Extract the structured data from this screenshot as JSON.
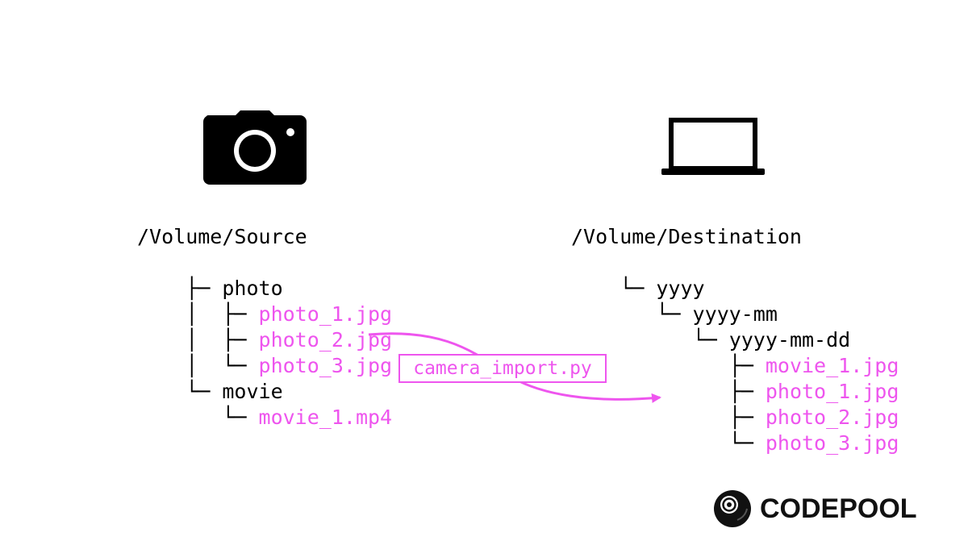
{
  "colors": {
    "file": "#ee55ee",
    "folder": "#000000",
    "arrow": "#ee55ee",
    "brand": "#111111"
  },
  "source": {
    "icon": "camera-icon",
    "root": "/Volume/Source",
    "lines": [
      {
        "connector": "├─ ",
        "name": "photo",
        "kind": "folder"
      },
      {
        "connector": "│  ├─ ",
        "name": "photo_1.jpg",
        "kind": "file"
      },
      {
        "connector": "│  ├─ ",
        "name": "photo_2.jpg",
        "kind": "file"
      },
      {
        "connector": "│  └─ ",
        "name": "photo_3.jpg",
        "kind": "file"
      },
      {
        "connector": "└─ ",
        "name": "movie",
        "kind": "folder"
      },
      {
        "connector": "   └─ ",
        "name": "movie_1.mp4",
        "kind": "file"
      }
    ]
  },
  "destination": {
    "icon": "laptop-icon",
    "root": "/Volume/Destination",
    "lines": [
      {
        "connector": "└─ ",
        "name": "yyyy",
        "kind": "folder"
      },
      {
        "connector": "   └─ ",
        "name": "yyyy-mm",
        "kind": "folder"
      },
      {
        "connector": "      └─ ",
        "name": "yyyy-mm-dd",
        "kind": "folder"
      },
      {
        "connector": "         ├─ ",
        "name": "movie_1.jpg",
        "kind": "file"
      },
      {
        "connector": "         ├─ ",
        "name": "photo_1.jpg",
        "kind": "file"
      },
      {
        "connector": "         ├─ ",
        "name": "photo_2.jpg",
        "kind": "file"
      },
      {
        "connector": "         └─ ",
        "name": "photo_3.jpg",
        "kind": "file"
      }
    ]
  },
  "script": {
    "label": "camera_import.py"
  },
  "brand": {
    "logo_icon": "eight-ball-logo-icon",
    "name": "CODEPOOL"
  }
}
